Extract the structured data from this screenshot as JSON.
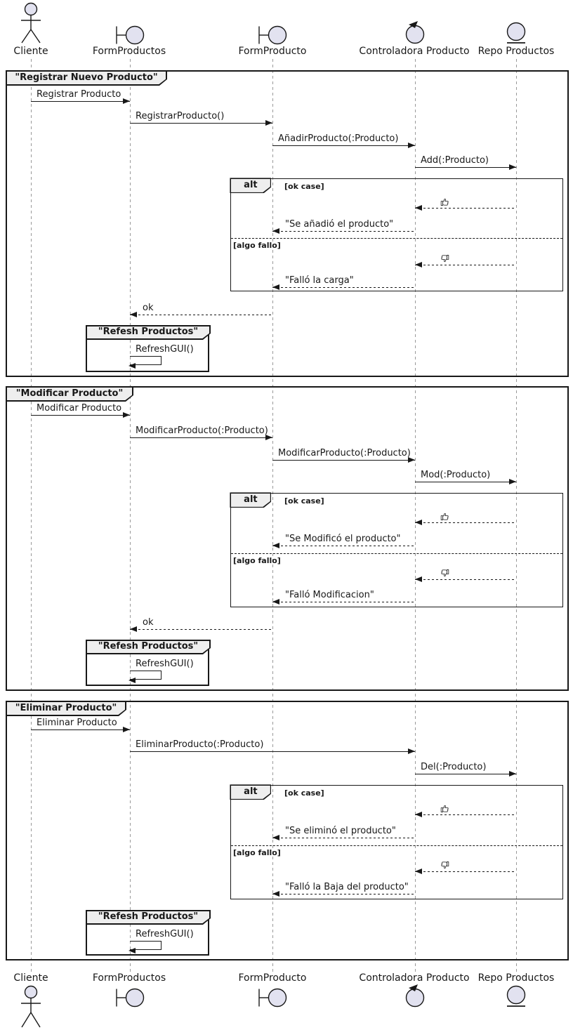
{
  "diagram_type": "UML Sequence Diagram",
  "colors": {
    "participant_fill": "#E2E2F0",
    "border": "#181818",
    "frame_header_fill": "#EEEEEE",
    "lifeline": "#999999"
  },
  "participants": [
    {
      "name": "Cliente",
      "icon": "actor-icon"
    },
    {
      "name": "FormProductos",
      "icon": "boundary-icon"
    },
    {
      "name": "FormProducto",
      "icon": "boundary-icon"
    },
    {
      "name": "Controladora Producto",
      "icon": "control-icon"
    },
    {
      "name": "Repo Productos",
      "icon": "entity-icon"
    }
  ],
  "frames": [
    {
      "title": "\"Registrar Nuevo Producto\"",
      "messages": {
        "m1": "Registrar Producto",
        "m2": "RegistrarProducto()",
        "m3": "AñadirProducto(:Producto)",
        "m4": "Add(:Producto)",
        "ok_icon": "thumbs-up-icon",
        "ok_reply": "\"Se añadió el producto\"",
        "fail_icon": "thumbs-down-icon",
        "fail_reply": "\"Falló la carga\"",
        "return_ok": "ok"
      },
      "alt": {
        "operator": "alt",
        "ok_guard": "[ok case]",
        "fail_guard": "[algo fallo]"
      },
      "ref": {
        "title": "\"Refesh Productos\"",
        "message": "RefreshGUI()"
      }
    },
    {
      "title": "\"Modificar Producto\"",
      "messages": {
        "m1": "Modificar Producto",
        "m2": "ModificarProducto(:Producto)",
        "m3": "ModificarProducto(:Producto)",
        "m4": "Mod(:Producto)",
        "ok_icon": "thumbs-up-icon",
        "ok_reply": "\"Se Modificó el producto\"",
        "fail_icon": "thumbs-down-icon",
        "fail_reply": "\"Falló Modificacion\"",
        "return_ok": "ok"
      },
      "alt": {
        "operator": "alt",
        "ok_guard": "[ok case]",
        "fail_guard": "[algo fallo]"
      },
      "ref": {
        "title": "\"Refesh Productos\"",
        "message": "RefreshGUI()"
      }
    },
    {
      "title": "\"Eliminar Producto\"",
      "messages": {
        "m1": "Eliminar Producto",
        "m2": "EliminarProducto(:Producto)",
        "m3": "Del(:Producto)",
        "ok_icon": "thumbs-up-icon",
        "ok_reply": "\"Se eliminó el producto\"",
        "fail_icon": "thumbs-down-icon",
        "fail_reply": "\"Falló la Baja del producto\""
      },
      "alt": {
        "operator": "alt",
        "ok_guard": "[ok case]",
        "fail_guard": "[algo fallo]"
      },
      "ref": {
        "title": "\"Refesh Productos\"",
        "message": "RefreshGUI()"
      }
    }
  ]
}
